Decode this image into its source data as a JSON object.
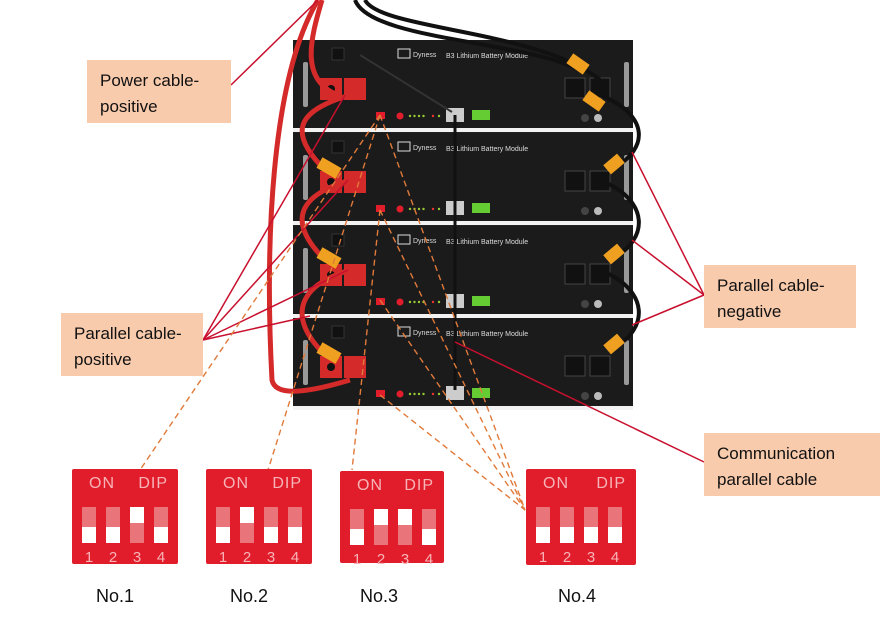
{
  "labels": {
    "power_positive": [
      "Power cable-",
      "positive"
    ],
    "parallel_positive": [
      "Parallel cable-",
      "positive"
    ],
    "parallel_negative": [
      "Parallel cable-",
      "negative"
    ],
    "communication": [
      "Communication",
      "parallel cable"
    ]
  },
  "battery": {
    "module_count": 4,
    "brand": "Dyness",
    "model_text": "B3 Lithium Battery Module"
  },
  "dip_switches": [
    {
      "caption": "No.1",
      "header_on": "ON",
      "header_dip": "DIP",
      "positions": [
        1,
        2,
        3,
        4
      ],
      "on": [
        false,
        false,
        true,
        false
      ]
    },
    {
      "caption": "No.2",
      "header_on": "ON",
      "header_dip": "DIP",
      "positions": [
        1,
        2,
        3,
        4
      ],
      "on": [
        false,
        true,
        false,
        false
      ]
    },
    {
      "caption": "No.3",
      "header_on": "ON",
      "header_dip": "DIP",
      "positions": [
        1,
        2,
        3,
        4
      ],
      "on": [
        false,
        true,
        true,
        false
      ]
    },
    {
      "caption": "No.4",
      "header_on": "ON",
      "header_dip": "DIP",
      "positions": [
        1,
        2,
        3,
        4
      ],
      "on": [
        false,
        false,
        false,
        false
      ]
    }
  ],
  "colors": {
    "label_bg": "#f9cbad",
    "leader_line": "#c8102e",
    "dashed_line": "#e07a3a",
    "dip_body": "#e11d2b",
    "cable_positive": "#d42a2a",
    "cable_negative": "#111111",
    "connector": "#f0a020",
    "module_body": "#1b1b1b"
  }
}
